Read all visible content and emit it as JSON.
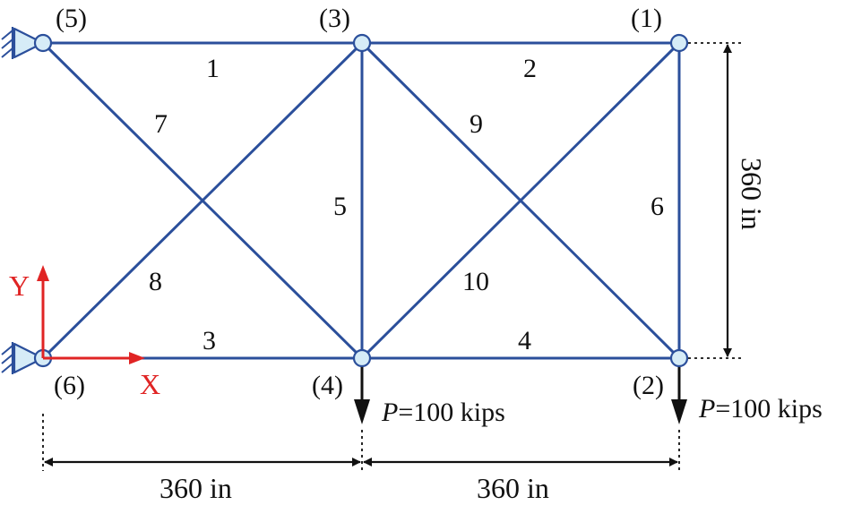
{
  "diagram": {
    "nodes": [
      {
        "id": "node-1",
        "label": "(1)"
      },
      {
        "id": "node-2",
        "label": "(2)"
      },
      {
        "id": "node-3",
        "label": "(3)"
      },
      {
        "id": "node-4",
        "label": "(4)"
      },
      {
        "id": "node-5",
        "label": "(5)"
      },
      {
        "id": "node-6",
        "label": "(6)"
      }
    ],
    "members": [
      {
        "label": "1"
      },
      {
        "label": "2"
      },
      {
        "label": "3"
      },
      {
        "label": "4"
      },
      {
        "label": "5"
      },
      {
        "label": "6"
      },
      {
        "label": "7"
      },
      {
        "label": "8"
      },
      {
        "label": "9"
      },
      {
        "label": "10"
      }
    ],
    "loads": [
      {
        "symbol": "P",
        "value": "=100 kips"
      },
      {
        "symbol": "P",
        "value": "=100 kips"
      }
    ],
    "dimensions": {
      "bay_left": "360 in",
      "bay_right": "360 in",
      "height": "360 in"
    },
    "axes": {
      "x": "X",
      "y": "Y"
    },
    "colors": {
      "member": "#2b4f9b",
      "node_fill": "#d6ecf7",
      "axis": "#e02424",
      "dimension": "#111111"
    }
  }
}
